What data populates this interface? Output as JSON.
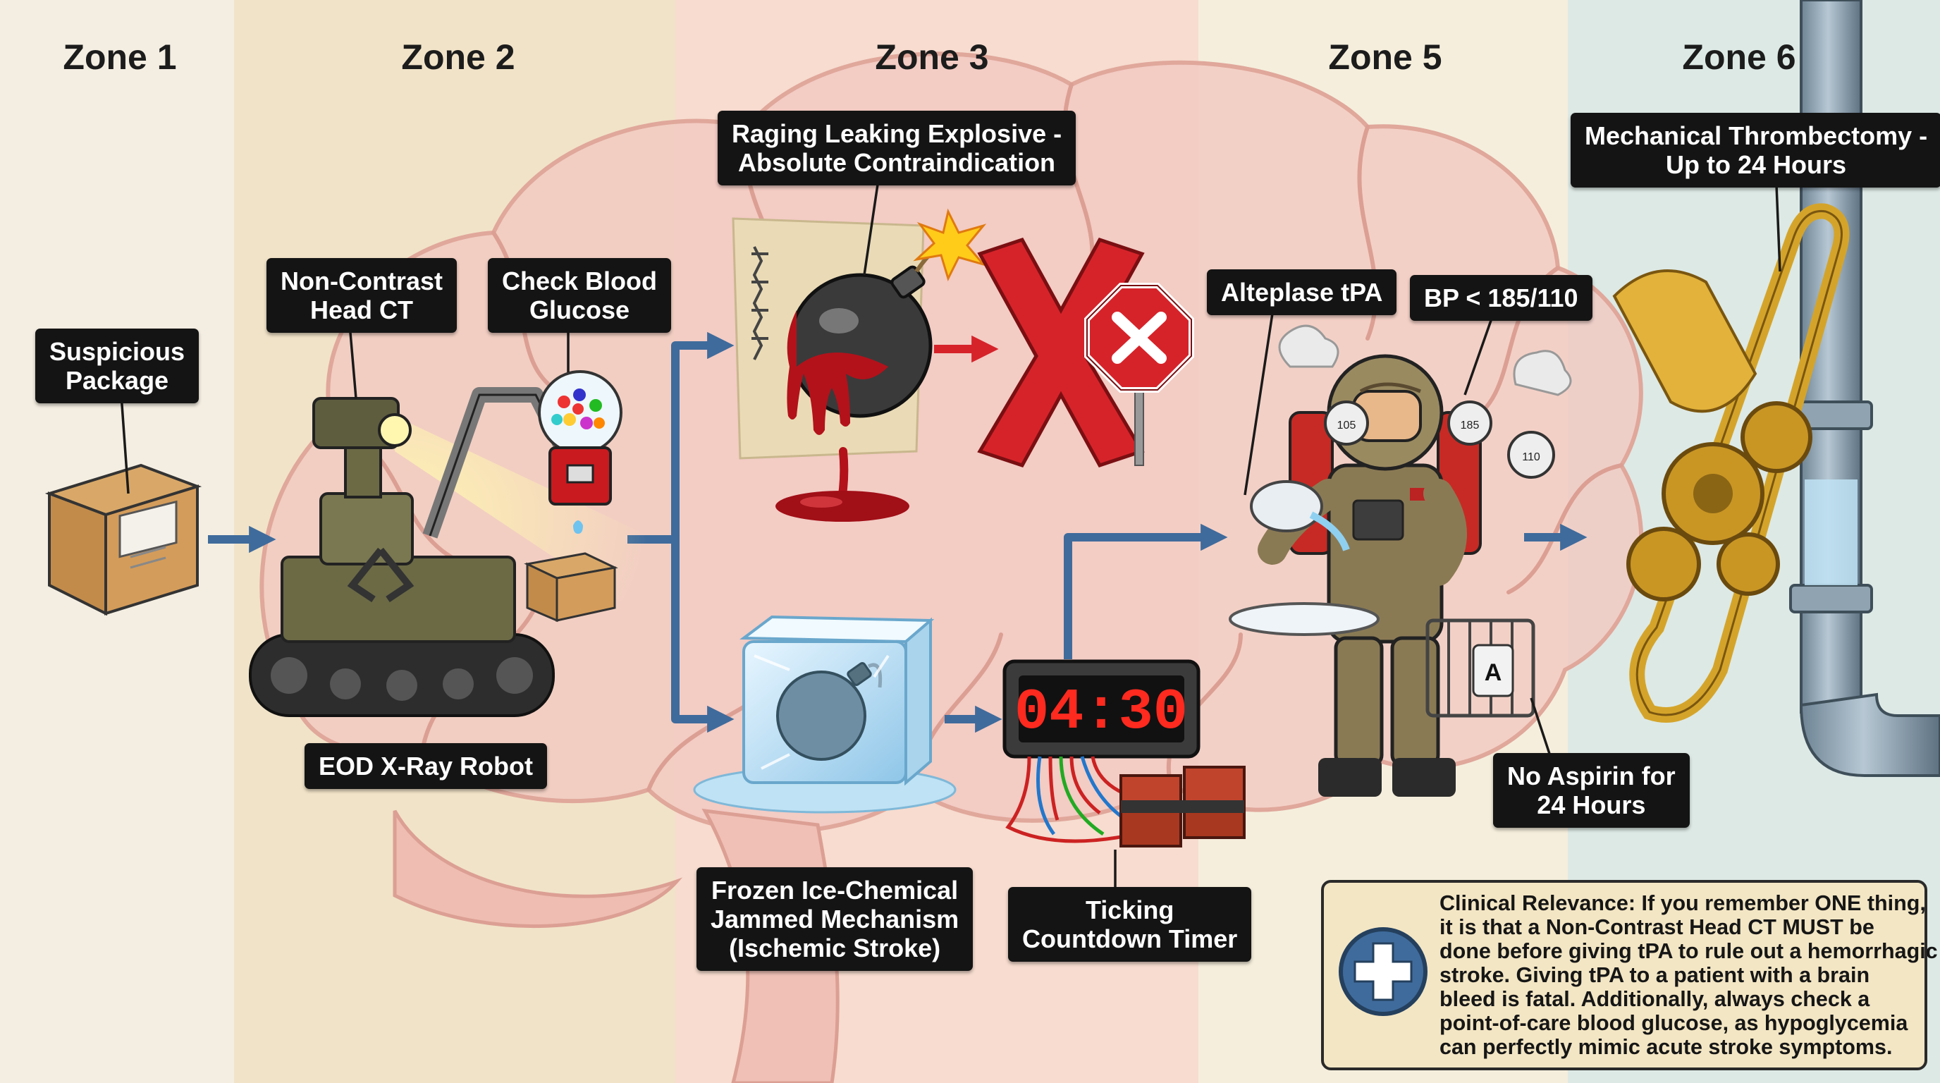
{
  "zones": [
    {
      "title": "Zone 1"
    },
    {
      "title": "Zone 2"
    },
    {
      "title": "Zone 3"
    },
    {
      "title": "Zone 5"
    },
    {
      "title": "Zone 6"
    }
  ],
  "labels": {
    "suspicious_package": [
      "Suspicious",
      "Package"
    ],
    "non_contrast_ct": [
      "Non-Contrast",
      "Head CT"
    ],
    "check_glucose": [
      "Check Blood",
      "Glucose"
    ],
    "eod_robot": [
      "EOD X-Ray Robot"
    ],
    "raging_explosive": [
      "Raging Leaking Explosive -",
      "Absolute Contraindication"
    ],
    "frozen_ice": [
      "Frozen Ice-Chemical",
      "Jammed Mechanism",
      "(Ischemic Stroke)"
    ],
    "ticking_timer": [
      "Ticking",
      "Countdown Timer"
    ],
    "alteplase": [
      "Alteplase tPA"
    ],
    "bp_limit": [
      "BP < 185/110"
    ],
    "no_aspirin": [
      "No Aspirin for",
      "24 Hours"
    ],
    "thrombectomy": [
      "Mechanical Thrombectomy -",
      "Up to 24 Hours"
    ]
  },
  "timer_display": "04:30",
  "gauge_values": [
    "105",
    "185",
    "110"
  ],
  "cage_letter": "A",
  "clinical_relevance": [
    "Clinical Relevance: If you remember ONE thing,",
    "it is that a Non-Contrast Head CT MUST be",
    "done before giving tPA to rule out a hemorrhagic",
    "stroke. Giving tPA to a patient with a brain",
    "bleed is fatal. Additionally, always check a",
    "point-of-care blood glucose, as hypoglycemia",
    "can perfectly mimic acute stroke symptoms."
  ],
  "colors": {
    "arrow": "#3f6b9c",
    "label_bg": "#141414",
    "brain": "#f2c8c0",
    "blood": "#b3121b",
    "stop_red": "#d6232a",
    "brass": "#d4a42a",
    "timer_digits": "#ff2a1f",
    "panel_bg": "#f3e6c4"
  }
}
